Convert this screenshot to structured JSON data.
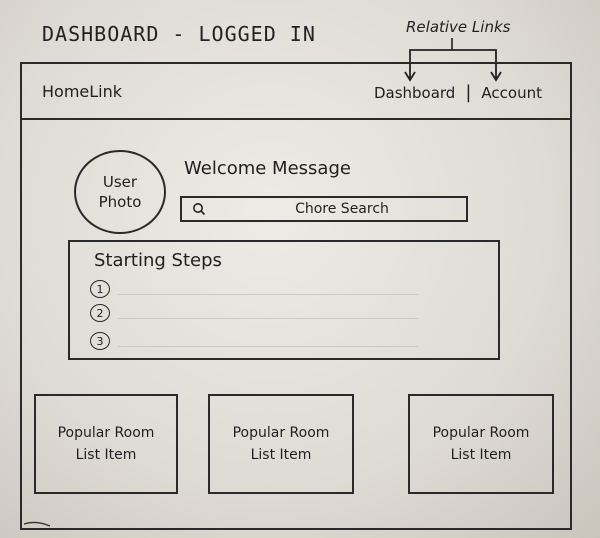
{
  "sketch": {
    "title": "DASHBOARD  - LOGGED IN",
    "annotation": "Relative Links"
  },
  "navbar": {
    "brand": "HomeLink",
    "links": [
      "Dashboard",
      "Account"
    ],
    "separator": "|"
  },
  "profile": {
    "photo_label": "User\nPhoto",
    "welcome": "Welcome Message"
  },
  "search": {
    "icon": "search-icon",
    "label": "Chore Search"
  },
  "starting_steps": {
    "title": "Starting Steps",
    "steps": [
      "1",
      "2",
      "3"
    ]
  },
  "popular_rooms": [
    {
      "label": "Popular Room\nList Item"
    },
    {
      "label": "Popular Room\nList Item"
    },
    {
      "label": "Popular Room\nList Item"
    }
  ]
}
